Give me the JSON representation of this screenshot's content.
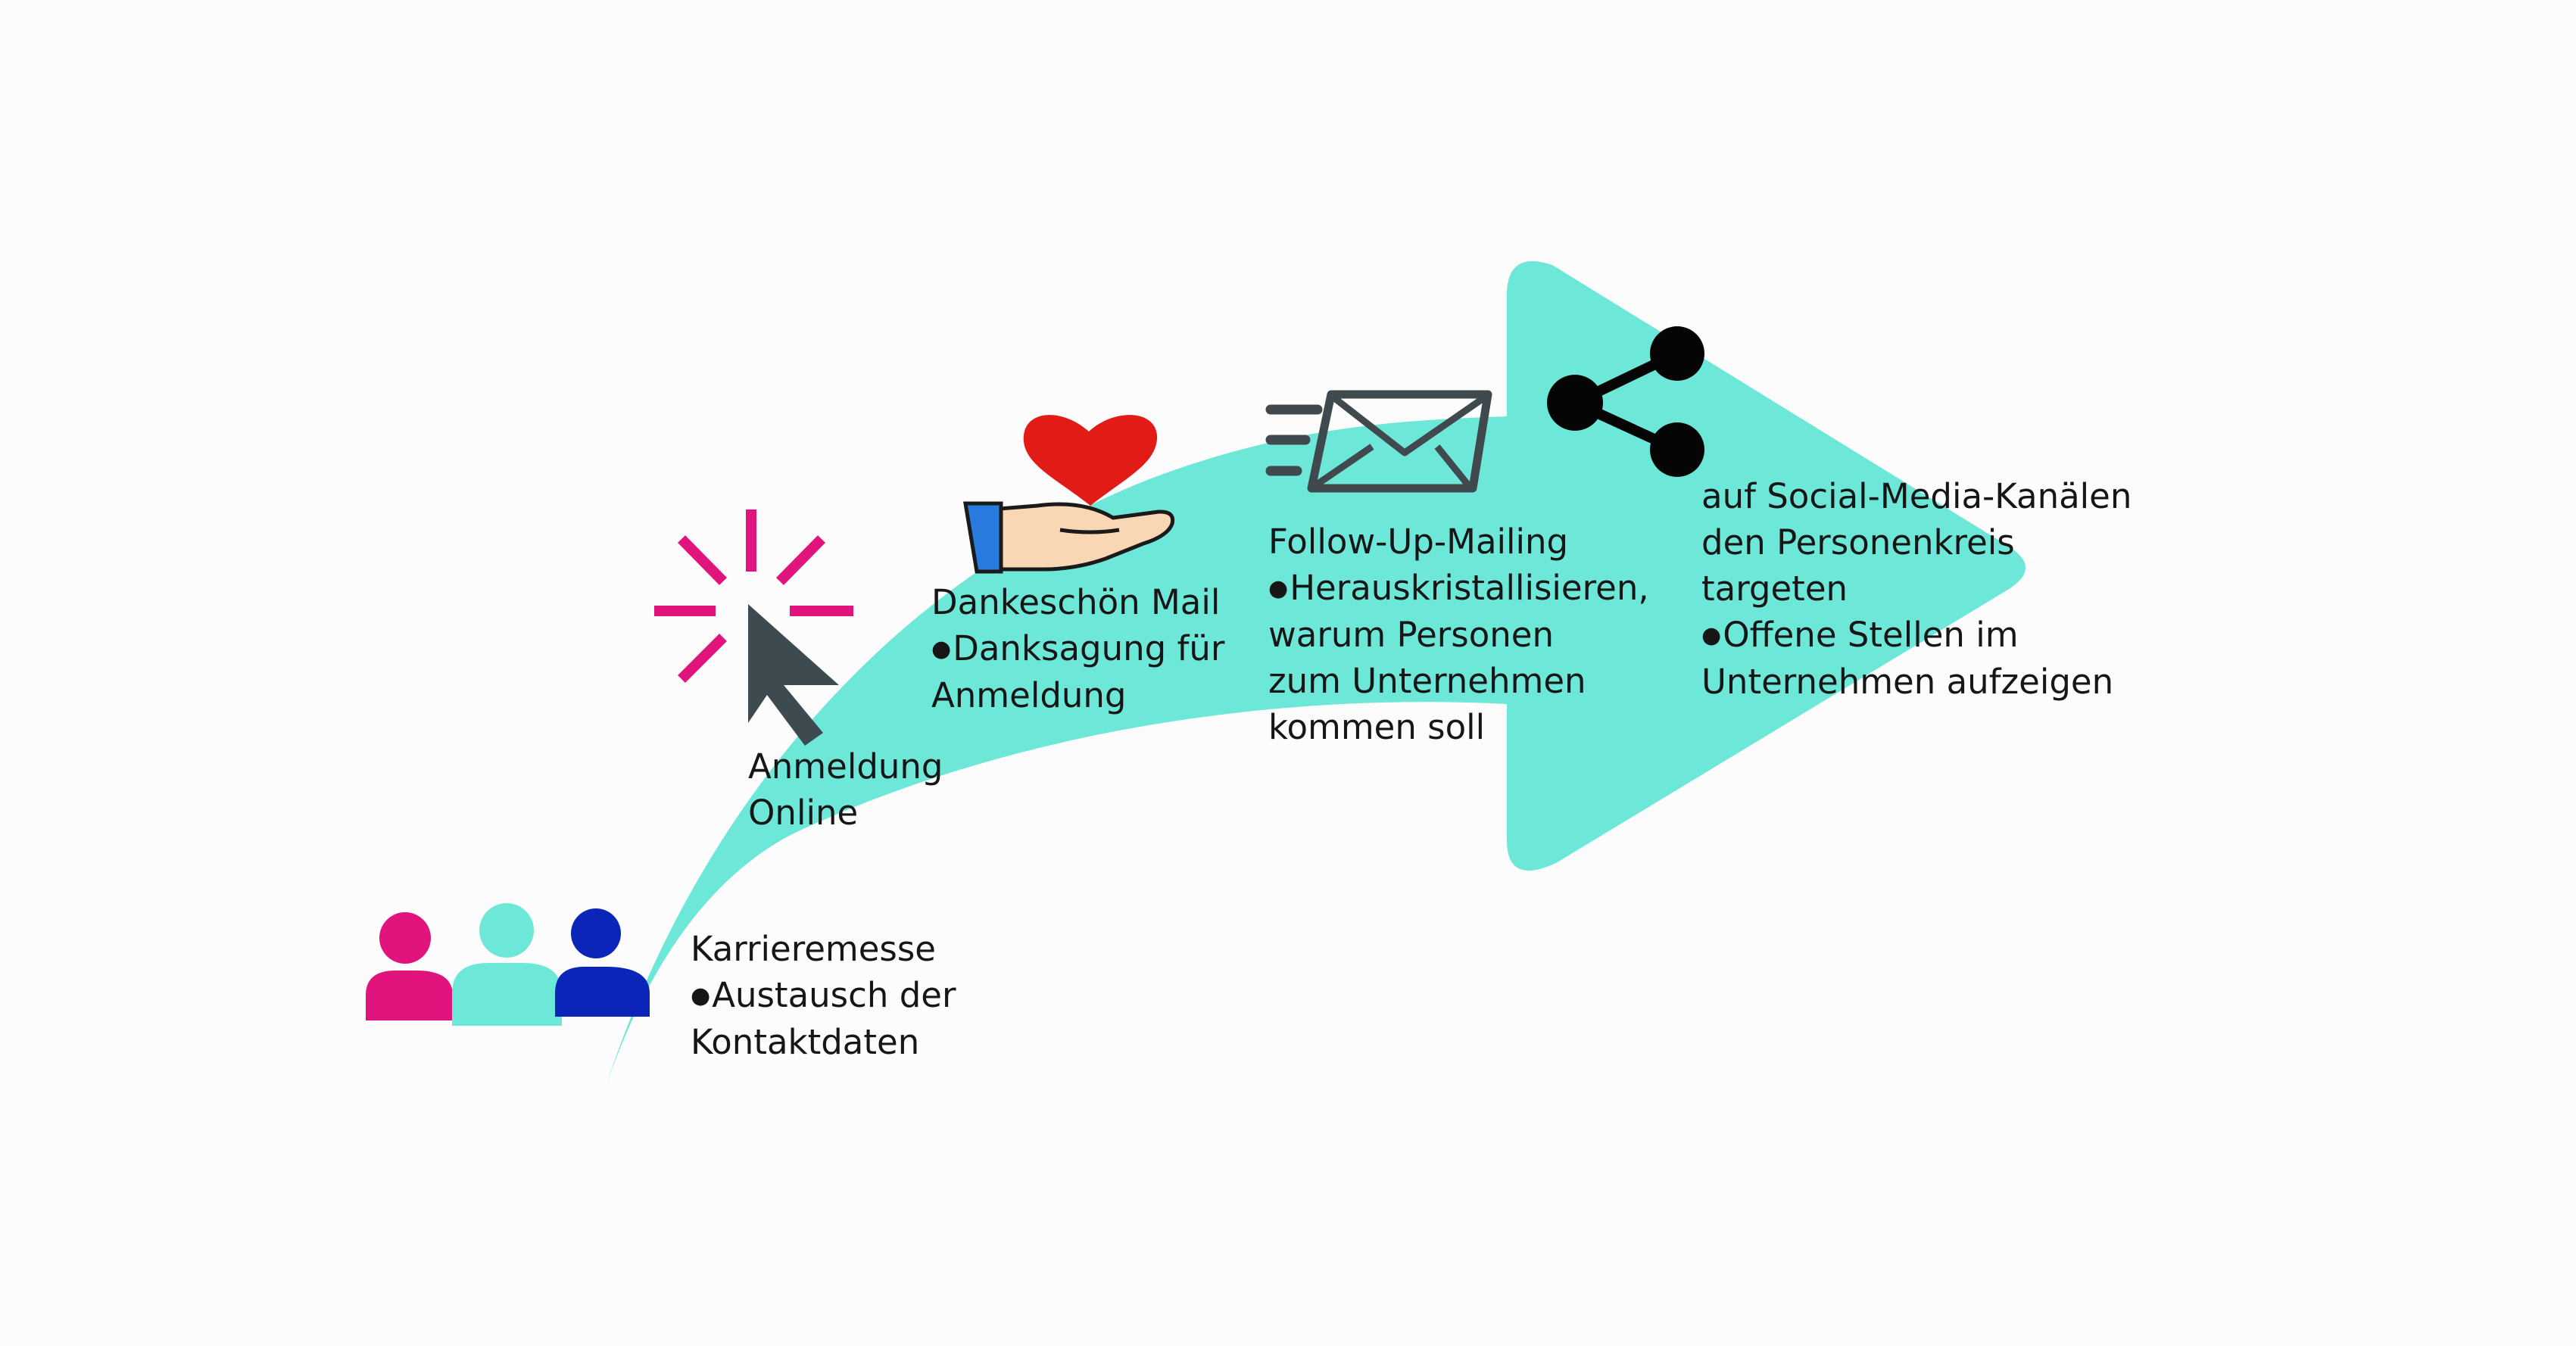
{
  "colors": {
    "arrow": "#6de8d8",
    "magenta": "#e0147c",
    "teal": "#6de8d8",
    "blue": "#0a25b8",
    "cursor": "#3d4a4f",
    "heart": "#e31b17",
    "hand_skin": "#fad7b4",
    "cuff": "#2a7be0",
    "mail": "#404a4e",
    "share": "#050505",
    "text": "#161616"
  },
  "steps": [
    {
      "icon": "people-icon",
      "title": "Karrieremesse",
      "bullets": [
        "Austausch der",
        "Kontaktdaten"
      ]
    },
    {
      "icon": "cursor-click-icon",
      "title": "Anmeldung",
      "title2": "Online"
    },
    {
      "icon": "heart-hand-icon",
      "title": "Dankeschön Mail",
      "bullets": [
        "Danksagung für",
        "Anmeldung"
      ]
    },
    {
      "icon": "mail-icon",
      "title": "Follow-Up-Mailing",
      "bullets": [
        "Herauskristallisieren,",
        "warum Personen",
        "zum Unternehmen",
        "kommen soll"
      ]
    },
    {
      "icon": "share-icon",
      "lines": [
        "auf Social-Media-Kanälen",
        "den Personenkreis",
        "targeten"
      ],
      "bullets": [
        "Offene Stellen im",
        "Unternehmen aufzeigen"
      ]
    }
  ]
}
